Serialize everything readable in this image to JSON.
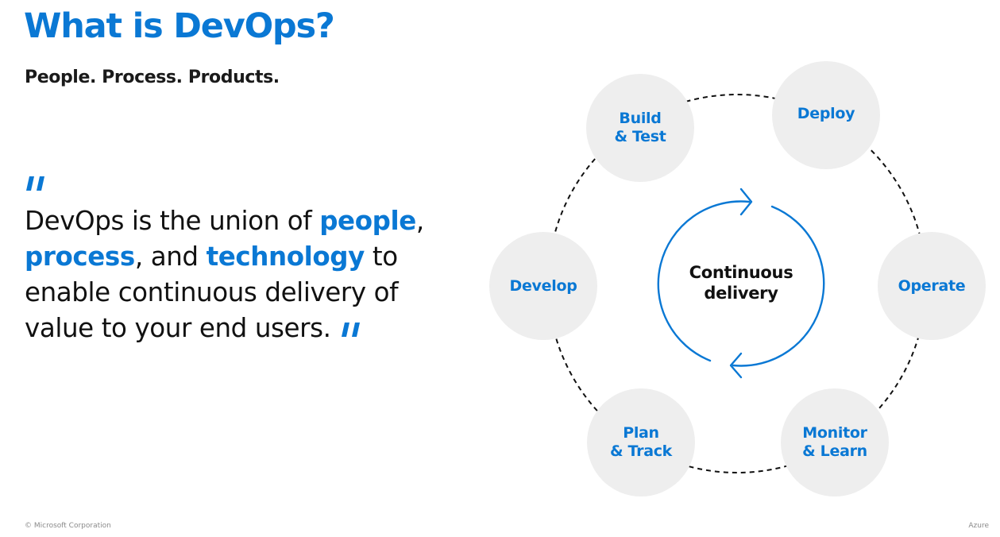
{
  "slide": {
    "title": "What is DevOps?",
    "subtitle": "People. Process. Products."
  },
  "quote": {
    "part1": "DevOps is the union of ",
    "highlight1": "people",
    "part2": ", ",
    "highlight2": "process",
    "part3": ", and ",
    "highlight3": "technology",
    "part4": " to enable continuous delivery of value to your end users."
  },
  "diagram": {
    "center_line1": "Continuous",
    "center_line2": "delivery",
    "nodes": [
      {
        "line1": "Build",
        "line2": "& Test"
      },
      {
        "line1": "Deploy",
        "line2": ""
      },
      {
        "line1": "Operate",
        "line2": ""
      },
      {
        "line1": "Monitor",
        "line2": "& Learn"
      },
      {
        "line1": "Plan",
        "line2": "& Track"
      },
      {
        "line1": "Develop",
        "line2": ""
      }
    ]
  },
  "footer": {
    "copyright": "© Microsoft Corporation",
    "brand": "Azure"
  },
  "colors": {
    "accent": "#0a78d4",
    "node_fill": "#eeeeee",
    "text": "#111111"
  },
  "icons": {
    "quote_open": "quote-open-icon",
    "quote_close": "quote-close-icon",
    "cycle_arrows": "cycle-arrows-icon"
  }
}
